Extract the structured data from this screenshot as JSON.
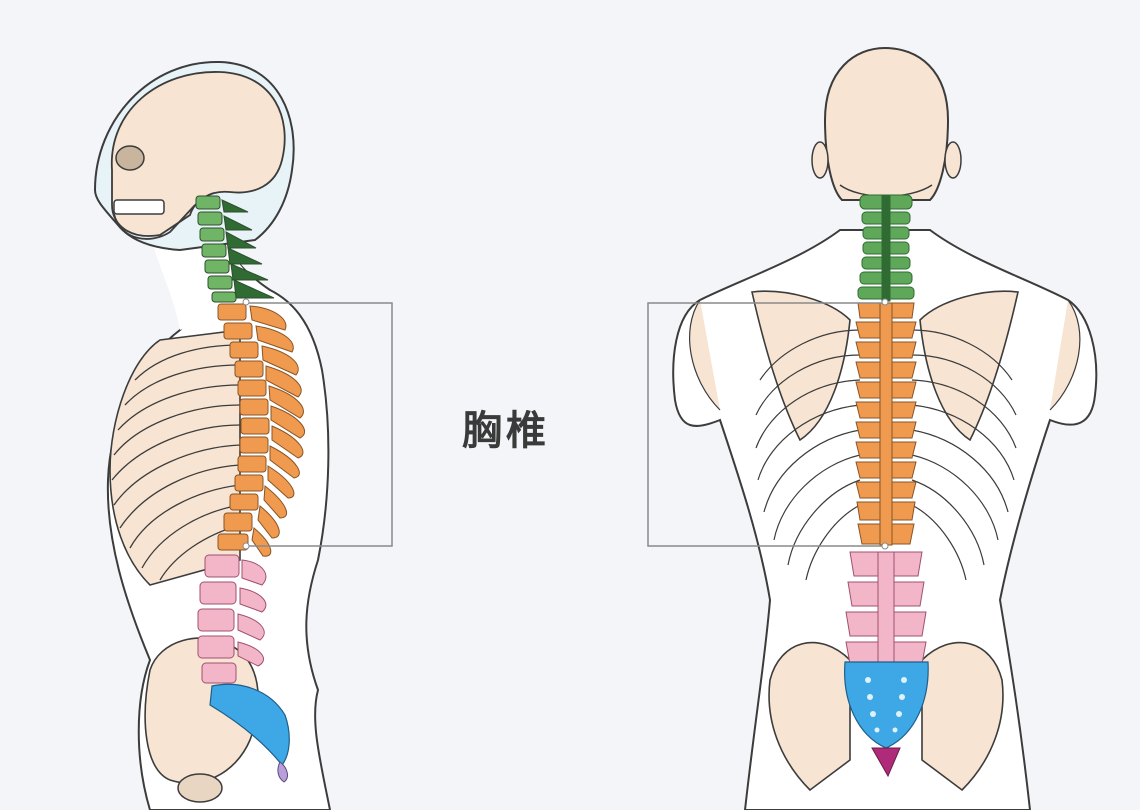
{
  "label": "胸椎",
  "colors": {
    "background": "#f4f5f9",
    "outline": "#3c3c3c",
    "skin": "#ffffff",
    "bone": "#f7e4d2",
    "cervical": "#5fa85a",
    "cervical_dark": "#2f6b33",
    "thoracic": "#ef9a4f",
    "lumbar": "#f3b6c9",
    "sacrum": "#3ea8e6",
    "coccyx": "#b02a7a",
    "bracket": "#8a8a8a"
  },
  "figures": [
    {
      "name": "side-view",
      "highlight": "thoracic"
    },
    {
      "name": "back-view",
      "highlight": "thoracic"
    }
  ]
}
